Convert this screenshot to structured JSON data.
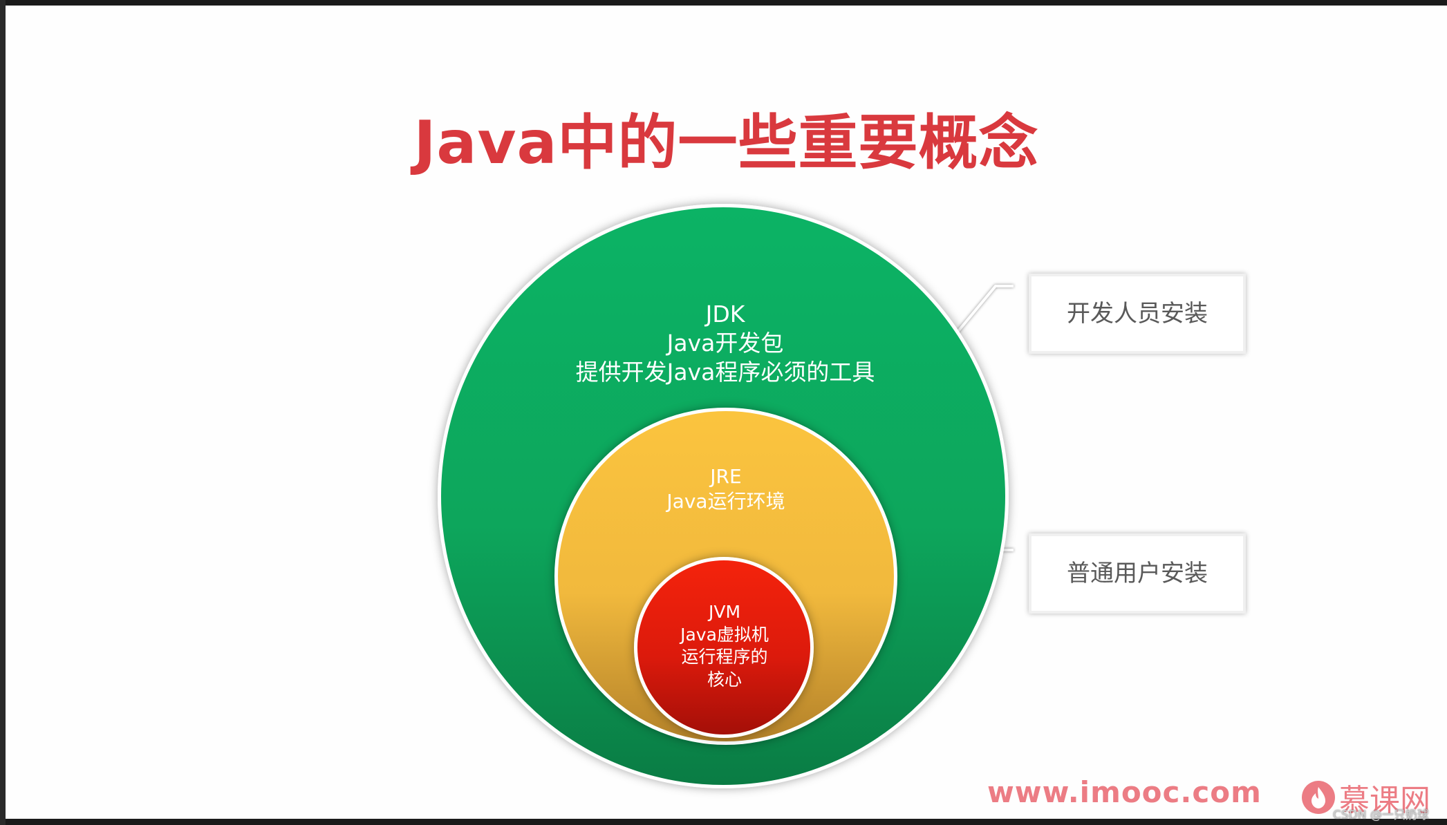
{
  "title": "Java中的一些重要概念",
  "jdk": {
    "name": "JDK",
    "full_name": "Java开发包",
    "description": "提供开发Java程序必须的工具",
    "color": "#0da65c"
  },
  "jre": {
    "name": "JRE",
    "full_name": "Java运行环境",
    "color": "#f1b93d"
  },
  "jvm": {
    "name": "JVM",
    "full_name": "Java虚拟机",
    "description_line1": "运行程序的",
    "description_line2": "核心",
    "color": "#dc1a0c"
  },
  "callouts": {
    "developer": "开发人员安装",
    "user": "普通用户安装"
  },
  "watermark": {
    "url": "www.imooc.com",
    "logo_text": "慕课网",
    "logo_icon": "flame-icon",
    "credit": "CSDN @一只奶球"
  },
  "accent_color": "#d9393e"
}
